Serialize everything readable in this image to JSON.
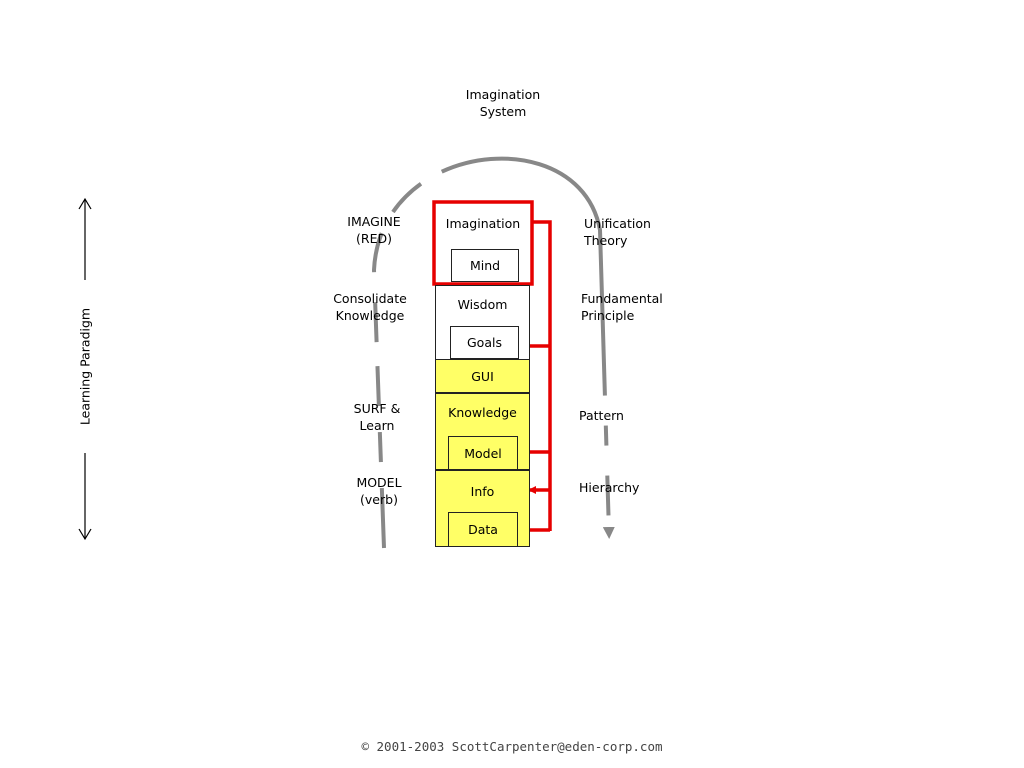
{
  "top_label": {
    "line1": "Imagination",
    "line2": "System"
  },
  "left_labels": [
    {
      "line1": "IMAGINE",
      "line2": "(RED)"
    },
    {
      "line1": "Consolidate",
      "line2": "Knowledge"
    },
    {
      "line1": "SURF &",
      "line2": "Learn"
    },
    {
      "line1": "MODEL",
      "line2": "(verb)"
    }
  ],
  "right_labels": [
    {
      "line1": "Unification",
      "line2": "Theory"
    },
    {
      "line1": "Fundamental",
      "line2": "Principle"
    },
    {
      "line1": "Pattern"
    },
    {
      "line1": "Hierarchy"
    }
  ],
  "stack": {
    "imagination": "Imagination",
    "mind": "Mind",
    "wisdom": "Wisdom",
    "goals": "Goals",
    "gui": "GUI",
    "knowledge": "Knowledge",
    "model": "Model",
    "info": "Info",
    "data": "Data"
  },
  "side_axis": {
    "label": "Learning  Paradigm"
  },
  "footer": {
    "copyright": "© 2001-2003 ScottCarpenter@eden-corp.com"
  },
  "colors": {
    "highlight": "#ffff66",
    "red": "#e60000",
    "arc": "#888888"
  }
}
